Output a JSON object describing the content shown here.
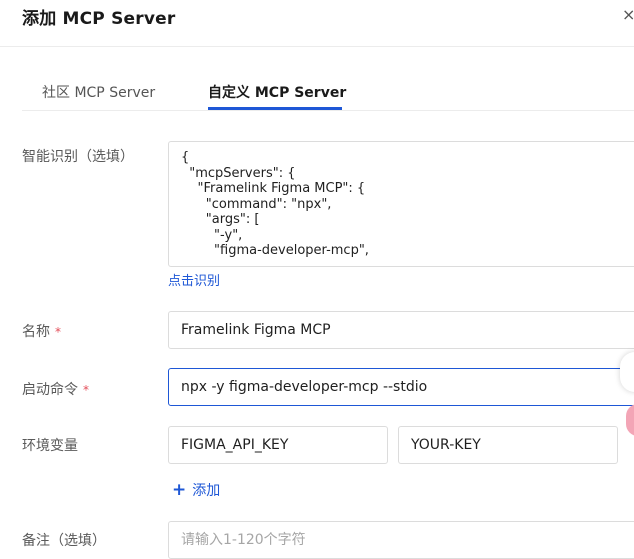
{
  "header": {
    "title": "添加 MCP Server",
    "close_glyph": "×"
  },
  "tabs": [
    {
      "label": "社区 MCP Server",
      "active": false
    },
    {
      "label": "自定义 MCP Server",
      "active": true
    }
  ],
  "form": {
    "smart": {
      "label": "智能识别（选填）",
      "content": "{\n  \"mcpServers\": {\n    \"Framelink Figma MCP\": {\n      \"command\": \"npx\",\n      \"args\": [\n        \"-y\",\n        \"figma-developer-mcp\",",
      "link": "点击识别"
    },
    "name": {
      "label": "名称",
      "required_mark": "*",
      "value": "Framelink Figma MCP"
    },
    "command": {
      "label": "启动命令",
      "required_mark": "*",
      "value": "npx -y figma-developer-mcp --stdio"
    },
    "env": {
      "label": "环境变量",
      "key": "FIGMA_API_KEY",
      "value": "YOUR-KEY",
      "add_plus": "+",
      "add_label": "添加"
    },
    "remark": {
      "label": "备注（选填）",
      "placeholder": "请输入1-120个字符"
    }
  },
  "colors": {
    "accent": "#1e57d6",
    "required": "#e34d59",
    "border": "#dcdcdc"
  },
  "icons": {
    "close": "close-icon",
    "add": "plus-icon"
  }
}
